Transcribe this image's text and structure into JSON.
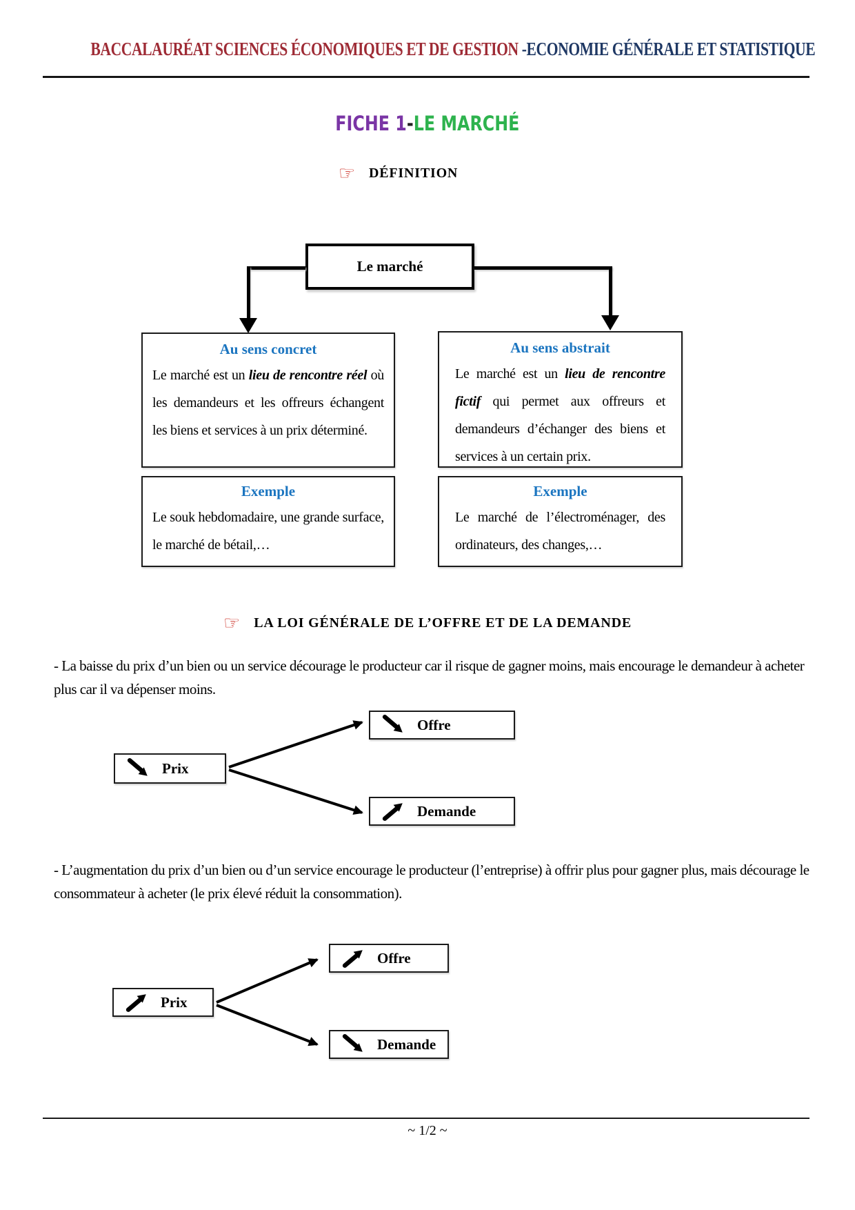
{
  "colors": {
    "header_red": "#9e2b35",
    "header_navy": "#1f3864",
    "title_purple": "#7a35a5",
    "title_green": "#2eb34e",
    "box_heading_blue": "#1b75c0",
    "hand_red": "#cc2e24",
    "ink_black": "#000000"
  },
  "header": {
    "course": "BACCALAURÉAT SCIENCES ÉCONOMIQUES ET DE GESTION ",
    "subject": "-ECONOMIE GÉNÉRALE ET STATISTIQUE"
  },
  "title": {
    "fiche": "FICHE 1",
    "dash": "-",
    "name": "LE MARCHÉ"
  },
  "definition": {
    "bullet": "☞",
    "heading": "DÉFINITION",
    "root_box": "Le marché",
    "concret": {
      "title": "Au sens concret",
      "lead": "Le marché est un ",
      "emph": "lieu de rencontre réel",
      "rest": " où les demandeurs et les offreurs échangent les biens et services à un prix déterminé."
    },
    "abstrait": {
      "title": "Au sens abstrait",
      "lead": "Le marché est un ",
      "emph": "lieu de rencontre fictif",
      "rest": " qui permet aux offreurs et demandeurs d’échanger des biens et services à un certain prix."
    },
    "exemple_concret": {
      "title": "Exemple",
      "text": "Le souk hebdomadaire, une grande surface, le marché de bétail,…"
    },
    "exemple_abstrait": {
      "title": "Exemple",
      "text": "Le marché de l’électroménager, des ordinateurs, des changes,…"
    }
  },
  "law": {
    "bullet": "☞",
    "heading": "LA LOI GÉNÉRALE DE L’OFFRE ET DE LA DEMANDE",
    "paragraph_decrease": "- La baisse du prix d’un bien ou un service décourage le producteur car il risque de gagner moins, mais encourage le demandeur à acheter plus car il va dépenser moins.",
    "paragraph_increase": "- L’augmentation du prix d’un bien ou d’un service encourage le producteur (l’entreprise) à offrir plus pour gagner plus, mais décourage le consommateur à acheter (le prix élevé réduit la consommation).",
    "diagram_decrease": {
      "prix": {
        "label": "Prix",
        "trend": "down"
      },
      "offre": {
        "label": "Offre",
        "trend": "down"
      },
      "demande": {
        "label": "Demande",
        "trend": "up"
      }
    },
    "diagram_increase": {
      "prix": {
        "label": "Prix",
        "trend": "up"
      },
      "offre": {
        "label": "Offre",
        "trend": "up"
      },
      "demande": {
        "label": "Demande",
        "trend": "down"
      }
    }
  },
  "footer": {
    "page_number": "~ 1/2 ~"
  }
}
